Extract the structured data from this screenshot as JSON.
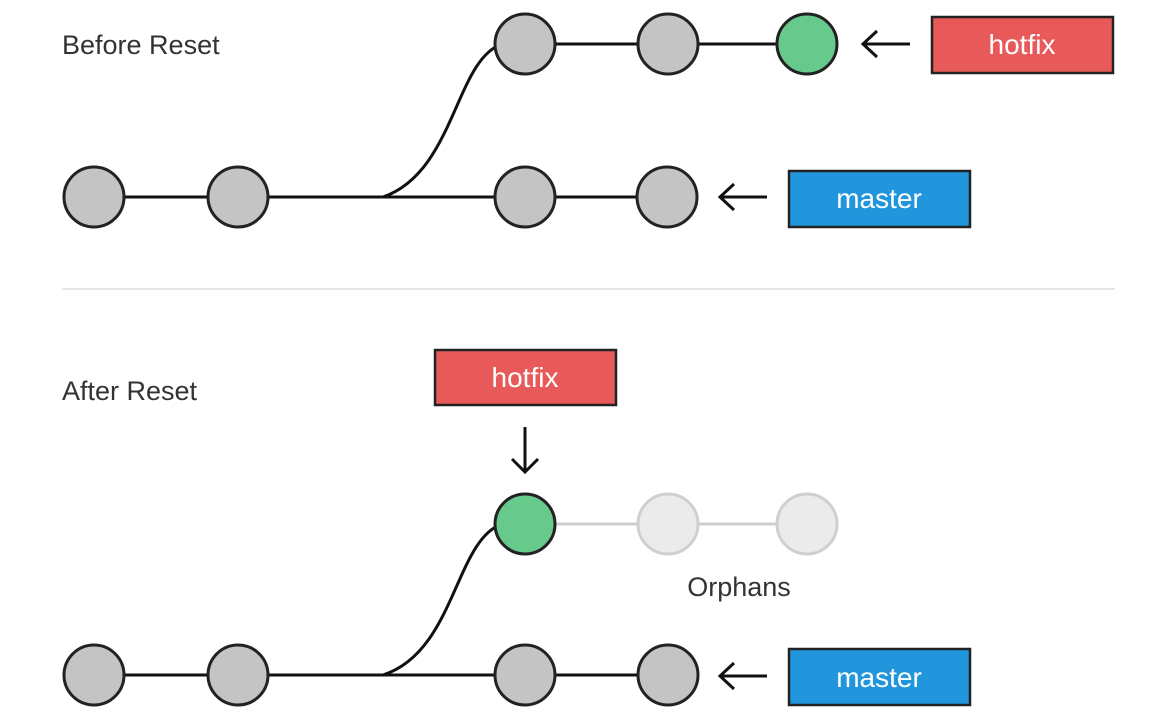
{
  "before": {
    "title": "Before Reset",
    "hotfix_label": "hotfix",
    "master_label": "master"
  },
  "after": {
    "title": "After Reset",
    "hotfix_label": "hotfix",
    "master_label": "master",
    "orphans_label": "Orphans"
  },
  "colors": {
    "commit": "#c4c4c4",
    "commit_head": "#67c98b",
    "commit_orphan": "#ebebeb",
    "hotfix": "#e85a5a",
    "master": "#2196dc"
  }
}
